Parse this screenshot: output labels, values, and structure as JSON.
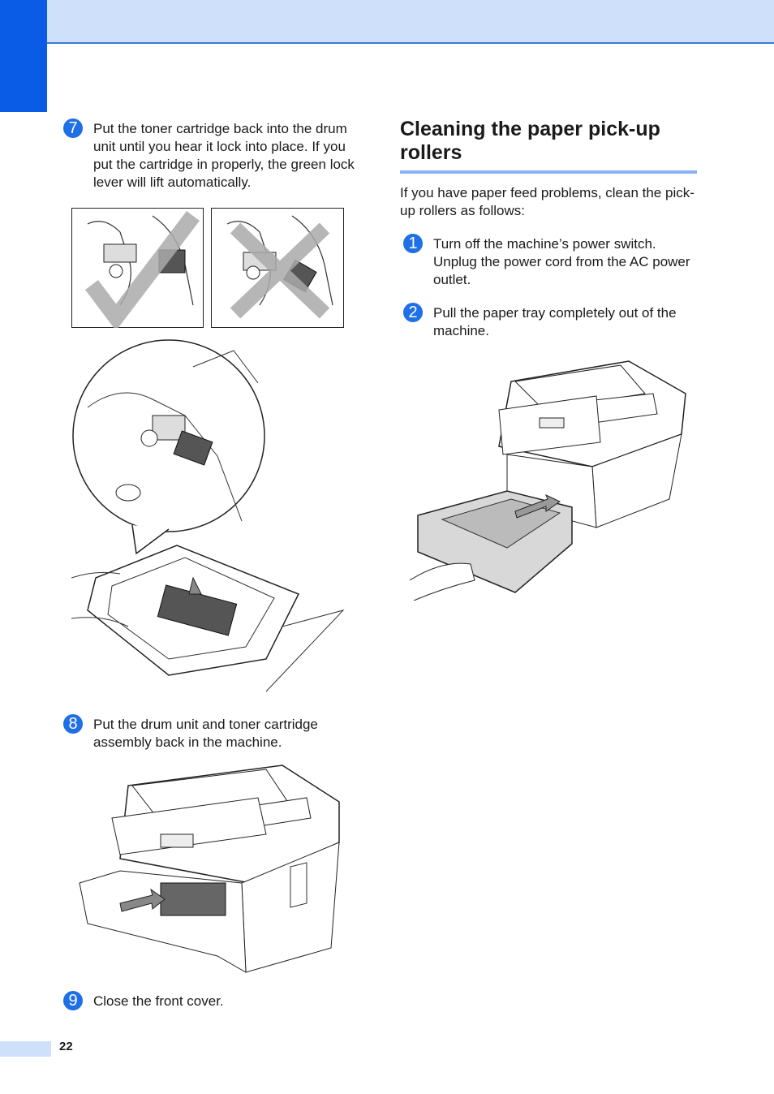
{
  "page_number": "22",
  "left_column": {
    "step7": {
      "badge": "7",
      "text": "Put the toner cartridge back into the drum unit until you hear it lock into place. If you put the cartridge in properly, the green lock lever will lift automatically."
    },
    "step8": {
      "badge": "8",
      "text": "Put the drum unit and toner cartridge assembly back in the machine."
    },
    "step9": {
      "badge": "9",
      "text": "Close the front cover."
    }
  },
  "right_column": {
    "heading": "Cleaning the paper pick-up rollers",
    "intro": "If you have paper feed problems, clean the pick-up rollers as follows:",
    "step1": {
      "badge": "1",
      "text": "Turn off the machine’s power switch. Unplug the power cord from the AC power outlet."
    },
    "step2": {
      "badge": "2",
      "text": "Pull the paper tray completely out of the machine."
    }
  },
  "colors": {
    "accent": "#0a5ce6",
    "band": "#cfe0fb",
    "badge": "#1f6fe5",
    "rule": "#8ab0ef"
  }
}
